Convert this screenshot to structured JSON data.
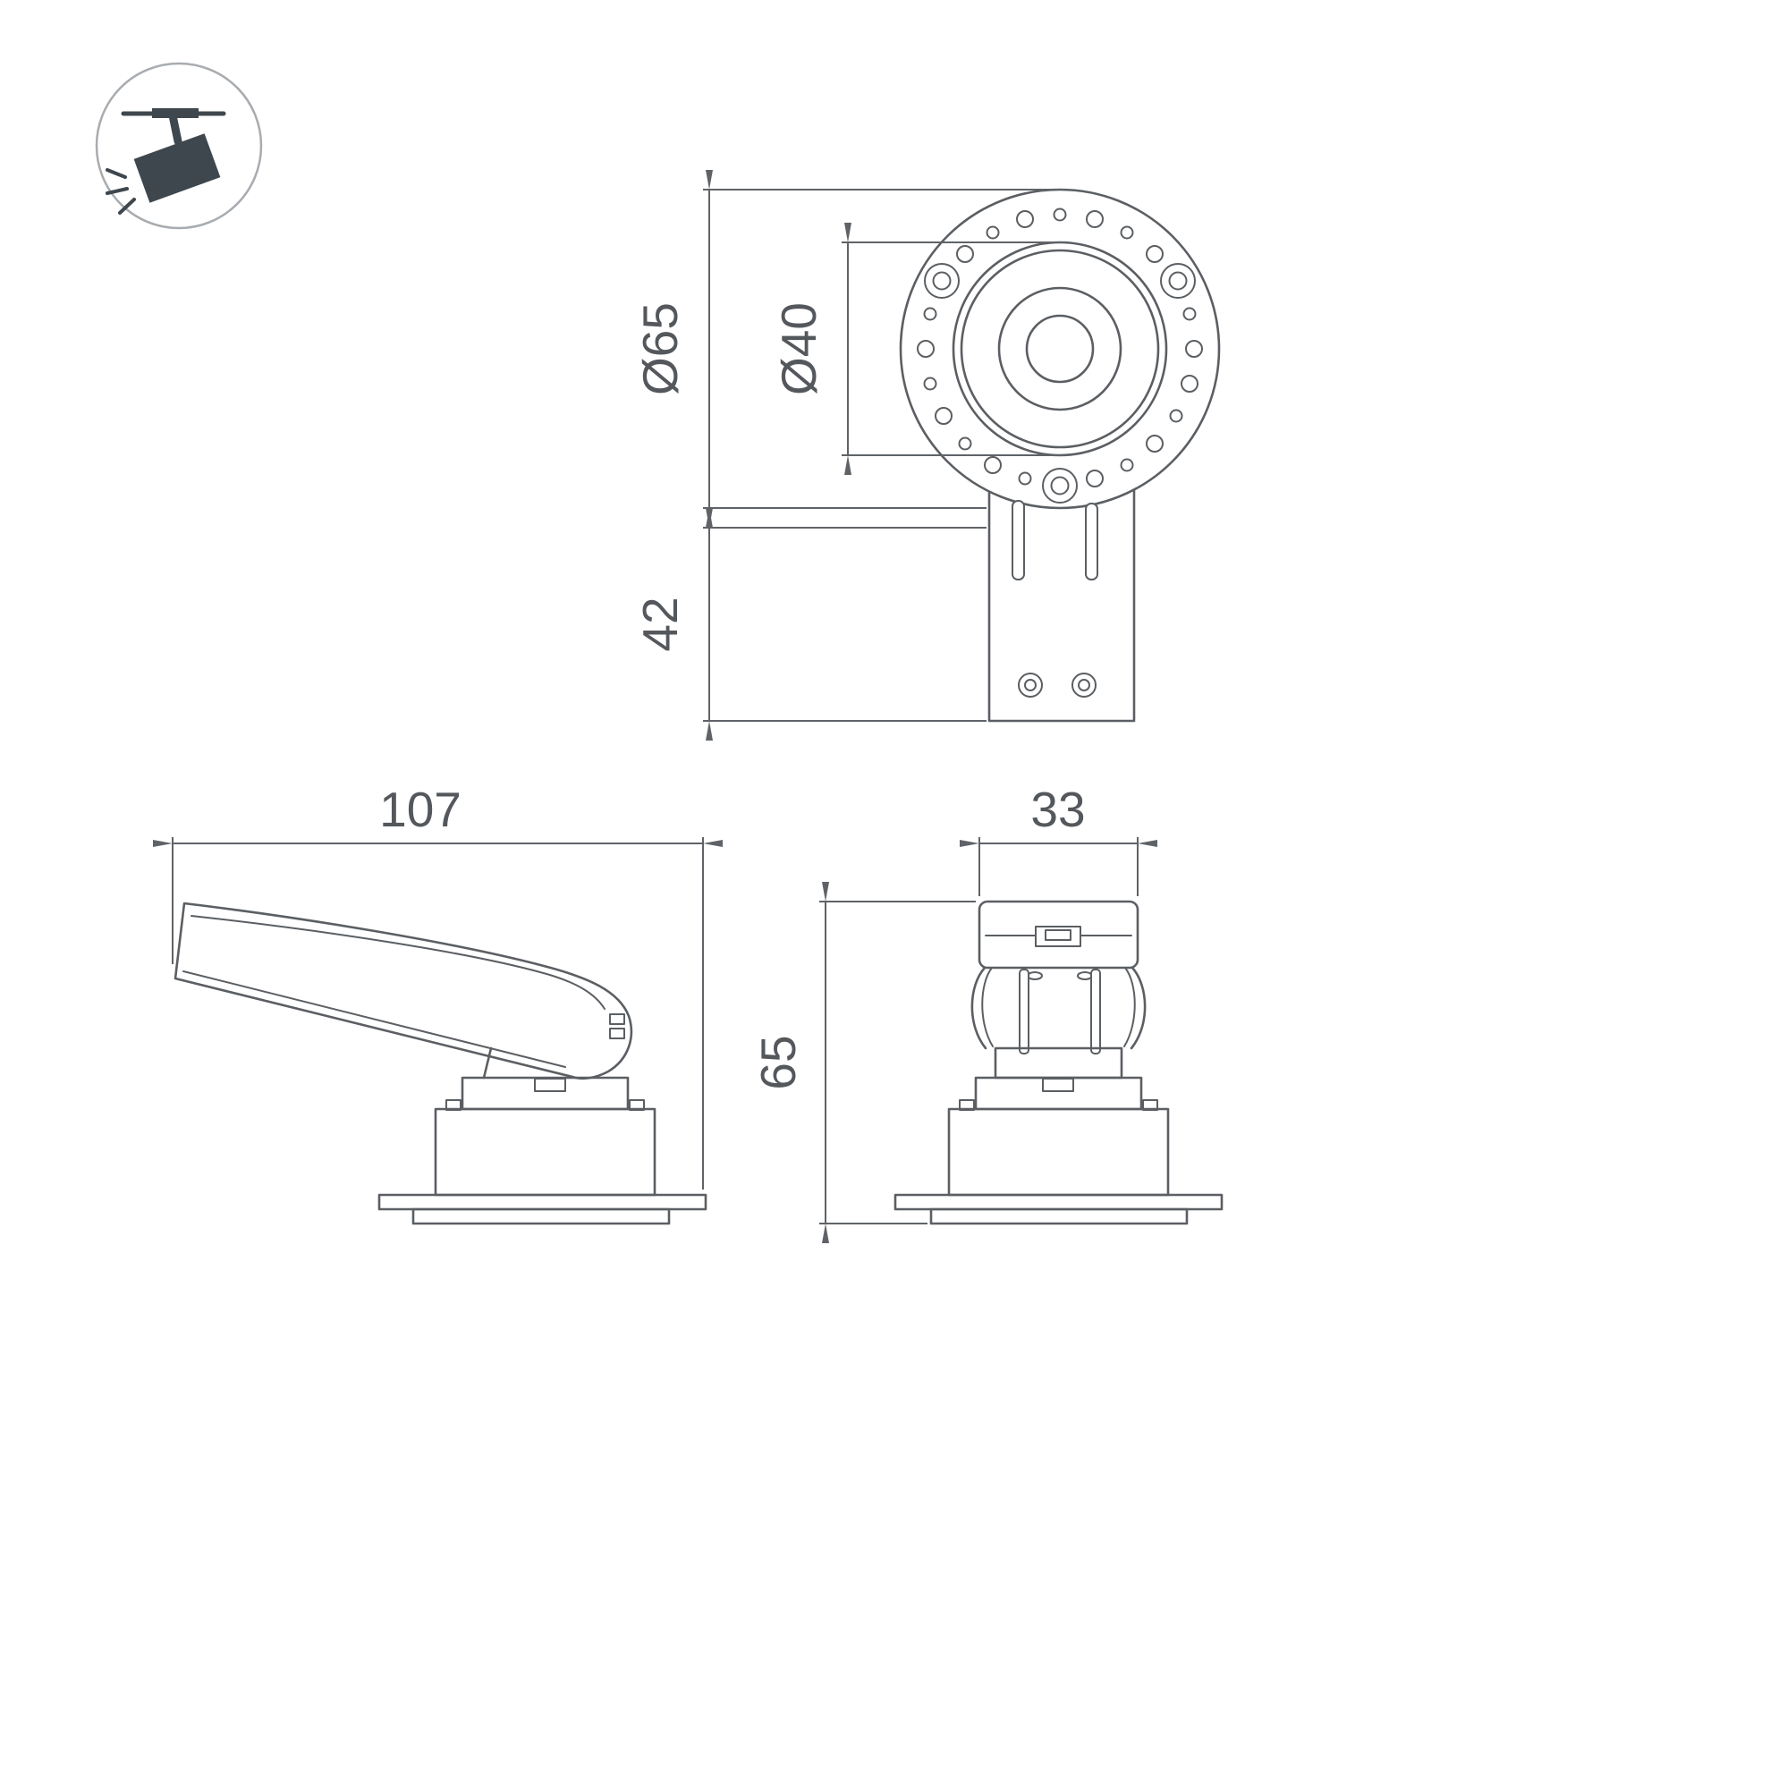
{
  "colors": {
    "line": "#5b5f63",
    "dim_text": "#54585c",
    "icon": "#3f474e",
    "icon_ring": "#a8acb0",
    "background": "#ffffff"
  },
  "icon": {
    "name": "track-spotlight-icon"
  },
  "dimensions": {
    "front_outer_diameter": "Ø65",
    "front_inner_diameter": "Ø40",
    "front_bracket_depth": "42",
    "side_length": "107",
    "rear_width": "33",
    "rear_height": "65"
  }
}
